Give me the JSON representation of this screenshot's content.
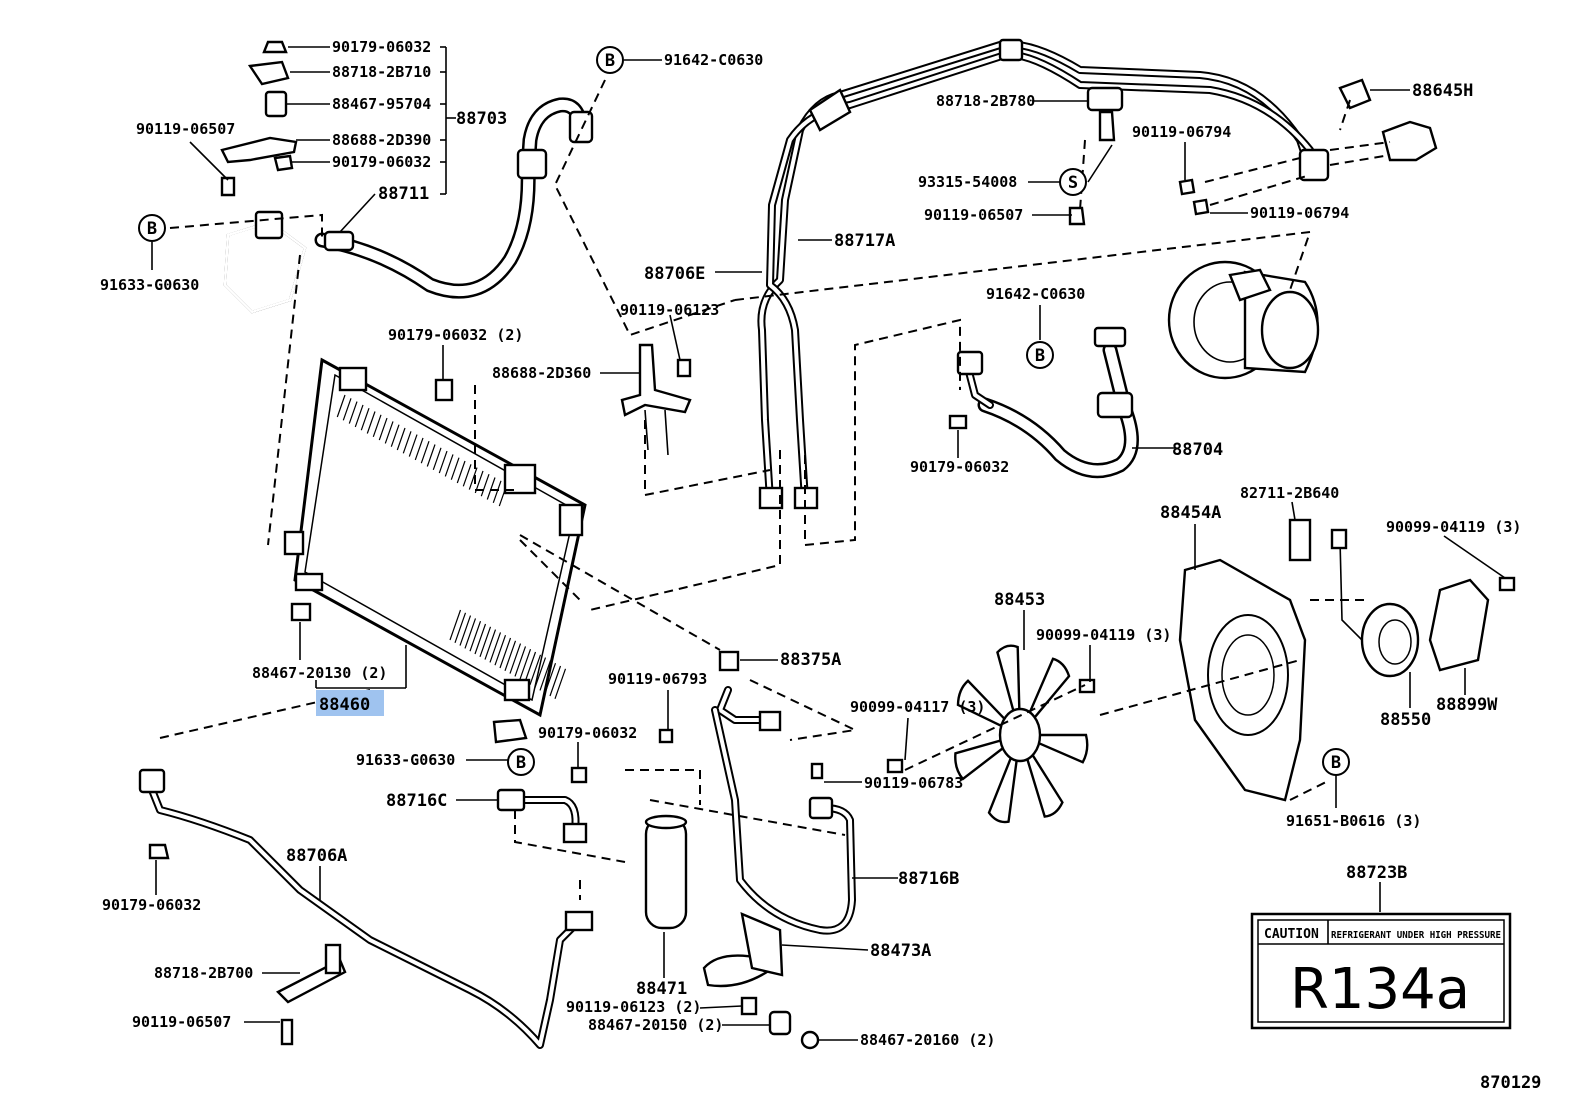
{
  "labels": {
    "l_90179_06032_a": "90179-06032",
    "l_88718_2B710": "88718-2B710",
    "l_88467_95704": "88467-95704",
    "l_88703": "88703",
    "l_88688_2D390": "88688-2D390",
    "l_90179_06032_b": "90179-06032",
    "l_88711": "88711",
    "l_90119_06507_a": "90119-06507",
    "l_91633_G0630_a": "91633-G0630",
    "l_91642_C0630_a": "91642-C0630",
    "l_90179_06032_2": "90179-06032 (2)",
    "l_88688_2D360": "88688-2D360",
    "l_90119_06123_a": "90119-06123",
    "l_88706E": "88706E",
    "l_88717A": "88717A",
    "l_88718_2B780": "88718-2B780",
    "l_93315_54008": "93315-54008",
    "l_90119_06507_b": "90119-06507",
    "l_88645H": "88645H",
    "l_90119_06794_a": "90119-06794",
    "l_90119_06794_b": "90119-06794",
    "l_91642_C0630_b": "91642-C0630",
    "l_90179_06032_c": "90179-06032",
    "l_88704": "88704",
    "l_88467_20130": "88467-20130 (2)",
    "l_88460": "88460",
    "l_88375A": "88375A",
    "l_90119_06793": "90119-06793",
    "l_91633_G0630_b": "91633-G0630",
    "l_90179_06032_d": "90179-06032",
    "l_88716C": "88716C",
    "l_88706A": "88706A",
    "l_90179_06032_e": "90179-06032",
    "l_88718_2B700": "88718-2B700",
    "l_90119_06507_c": "90119-06507",
    "l_88471": "88471",
    "l_90119_06123_2": "90119-06123 (2)",
    "l_88467_20150": "88467-20150 (2)",
    "l_88467_20160": "88467-20160 (2)",
    "l_88473A": "88473A",
    "l_88716B": "88716B",
    "l_90119_06783": "90119-06783",
    "l_90099_04117": "90099-04117 (3)",
    "l_88453": "88453",
    "l_90099_04119_a": "90099-04119 (3)",
    "l_88454A": "88454A",
    "l_82711_2B640": "82711-2B640",
    "l_90099_04119_b": "90099-04119 (3)",
    "l_88550": "88550",
    "l_88899W": "88899W",
    "l_91651_B0616": "91651-B0616 (3)",
    "l_88723B": "88723B",
    "l_870129": "870129"
  },
  "callouts": {
    "b1": "B",
    "b2": "B",
    "b3": "B",
    "b4": "B",
    "b5": "B",
    "s1": "S"
  },
  "caution_label": {
    "caution": "CAUTION",
    "warning": "REFRIGERANT UNDER HIGH PRESSURE",
    "refrigerant": "R134a"
  },
  "highlight": {
    "part": "88460",
    "color": "#9fc3ef"
  }
}
